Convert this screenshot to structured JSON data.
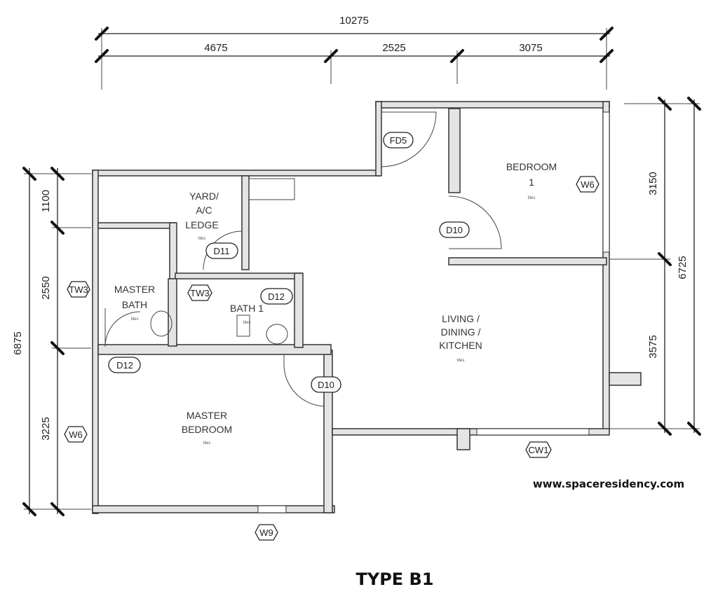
{
  "dimensions": {
    "top_total": "10275",
    "top_segments": [
      "4675",
      "2525",
      "3075"
    ],
    "right_segments": [
      "3150",
      "3575"
    ],
    "right_total": "6725",
    "left_segments": [
      "1100",
      "2550",
      "3225"
    ],
    "left_total": "6875"
  },
  "rooms": {
    "bedroom1": [
      "BEDROOM",
      "1"
    ],
    "yard": [
      "YARD/",
      "A/C",
      "LEDGE"
    ],
    "master_bath": [
      "MASTER",
      "BATH"
    ],
    "bath1": "BATH 1",
    "living": [
      "LIVING /",
      "DINING /",
      "KITCHEN"
    ],
    "master_bedroom": [
      "MASTER",
      "BEDROOM"
    ],
    "finish": "tiles"
  },
  "tags": {
    "fd5": "FD5",
    "d10a": "D10",
    "d10b": "D10",
    "d11": "D11",
    "d12a": "D12",
    "d12b": "D12",
    "tw3a": "TW3",
    "tw3b": "TW3",
    "w6a": "W6",
    "w6b": "W6",
    "cw1": "CW1",
    "w9": "W9"
  },
  "website": "www.spaceresidency.com",
  "title": "TYPE B1"
}
